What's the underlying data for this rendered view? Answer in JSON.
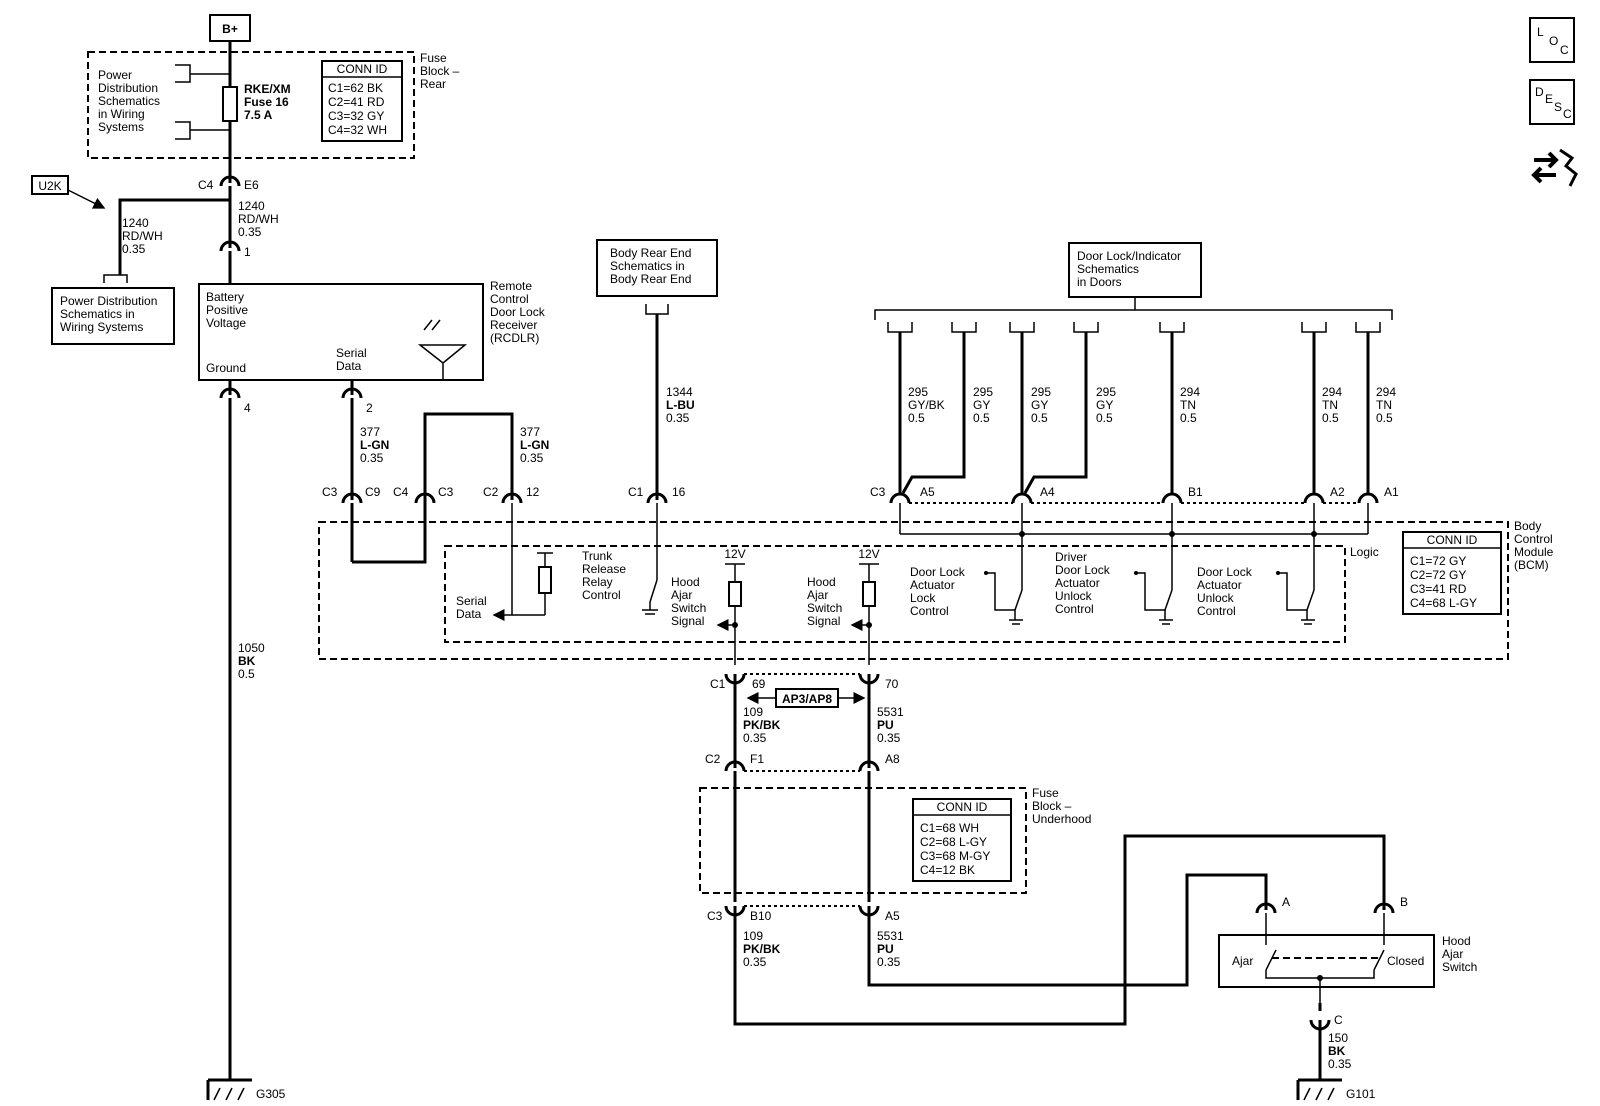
{
  "power": {
    "bplus": "B+",
    "u2k": "U2K",
    "pd_left": [
      "Power",
      "Distribution",
      "Schematics",
      "in Wiring",
      "Systems"
    ],
    "fuse": [
      "RKE/XM",
      "Fuse 16",
      "7.5 A"
    ],
    "fuse_block_rear": [
      "Fuse",
      "Block –",
      "Rear"
    ],
    "pd_box": [
      "Power Distribution",
      "Schematics in",
      "Wiring Systems"
    ]
  },
  "conn_rear": {
    "title": "CONN ID",
    "rows": [
      "C1=62 BK",
      "C2=41 RD",
      "C3=32 GY",
      "C4=32 WH"
    ]
  },
  "conn_bcm": {
    "title": "CONN ID",
    "rows": [
      "C1=72 GY",
      "C2=72 GY",
      "C3=41 RD",
      "C4=68 L-GY"
    ]
  },
  "conn_under": {
    "title": "CONN ID",
    "rows": [
      "C1=68 WH",
      "C2=68 L-GY",
      "C3=68 M-GY",
      "C4=12 BK"
    ]
  },
  "pins": {
    "c4": "C4",
    "e6": "E6",
    "p1": "1",
    "p4": "4",
    "p2": "2",
    "c3a": "C3",
    "c9": "C9",
    "c4b": "C4",
    "c3b": "C3",
    "c2": "C2",
    "p12": "12",
    "c1": "C1",
    "p16": "16",
    "c3c": "C3",
    "a5": "A5",
    "a4": "A4",
    "b1": "B1",
    "a2": "A2",
    "a1": "A1",
    "c1b": "C1",
    "p69": "69",
    "p70": "70",
    "c2b": "C2",
    "f1": "F1",
    "a8": "A8",
    "c3d": "C3",
    "b10": "B10",
    "a5b": "A5",
    "sa": "A",
    "sb": "B",
    "sc": "C"
  },
  "wires": {
    "w1240a": [
      "1240",
      "RD/WH",
      "0.35"
    ],
    "w1240b": [
      "1240",
      "RD/WH",
      "0.35"
    ],
    "w1050": [
      "1050",
      "BK",
      "0.5"
    ],
    "w377a": [
      "377",
      "L-GN",
      "0.35"
    ],
    "w377b": [
      "377",
      "L-GN",
      "0.35"
    ],
    "w1344": [
      "1344",
      "L-BU",
      "0.35"
    ],
    "w295a": [
      "295",
      "GY/BK",
      "0.5"
    ],
    "w295b": [
      "295",
      "GY",
      "0.5"
    ],
    "w295c": [
      "295",
      "GY",
      "0.5"
    ],
    "w295d": [
      "295",
      "GY",
      "0.5"
    ],
    "w294a": [
      "294",
      "TN",
      "0.5"
    ],
    "w294b": [
      "294",
      "TN",
      "0.5"
    ],
    "w294c": [
      "294",
      "TN",
      "0.5"
    ],
    "w109a": [
      "109",
      "PK/BK",
      "0.35"
    ],
    "w5531a": [
      "5531",
      "PU",
      "0.35"
    ],
    "w109b": [
      "109",
      "PK/BK",
      "0.35"
    ],
    "w5531b": [
      "5531",
      "PU",
      "0.35"
    ],
    "w150": [
      "150",
      "BK",
      "0.35"
    ]
  },
  "rcdlr": {
    "bpv": [
      "Battery",
      "Positive",
      "Voltage"
    ],
    "ground": "Ground",
    "serial": [
      "Serial",
      "Data"
    ],
    "name": [
      "Remote",
      "Control",
      "Door Lock",
      "Receiver",
      "(RCDLR)"
    ]
  },
  "body_rear": [
    "Body Rear End",
    "Schematics in",
    "Body Rear End"
  ],
  "door_lock": [
    "Door Lock/Indicator",
    "Schematics",
    "in Doors"
  ],
  "bcm": {
    "name": [
      "Body",
      "Control",
      "Module",
      "(BCM)"
    ],
    "logic": "Logic",
    "serial": [
      "Serial",
      "Data"
    ],
    "trunk": [
      "Trunk",
      "Release",
      "Relay",
      "Control"
    ],
    "hood1": [
      "Hood",
      "Ajar",
      "Switch",
      "Signal"
    ],
    "hood2": [
      "Hood",
      "Ajar",
      "Switch",
      "Signal"
    ],
    "v12a": "12V",
    "v12b": "12V",
    "dl_lock": [
      "Door Lock",
      "Actuator",
      "Lock",
      "Control"
    ],
    "dl_driver": [
      "Driver",
      "Door Lock",
      "Actuator",
      "Unlock",
      "Control"
    ],
    "dl_unlock": [
      "Door Lock",
      "Actuator",
      "Unlock",
      "Control"
    ]
  },
  "ap": "AP3/AP8",
  "fuse_under": [
    "Fuse",
    "Block –",
    "Underhood"
  ],
  "switch": {
    "ajar": "Ajar",
    "closed": "Closed",
    "name": [
      "Hood",
      "Ajar",
      "Switch"
    ]
  },
  "grounds": {
    "g305": "G305",
    "g101": "G101"
  },
  "icons": {
    "loc": [
      "L",
      "O",
      "C"
    ],
    "desc": [
      "D",
      "E",
      "S",
      "C"
    ]
  }
}
